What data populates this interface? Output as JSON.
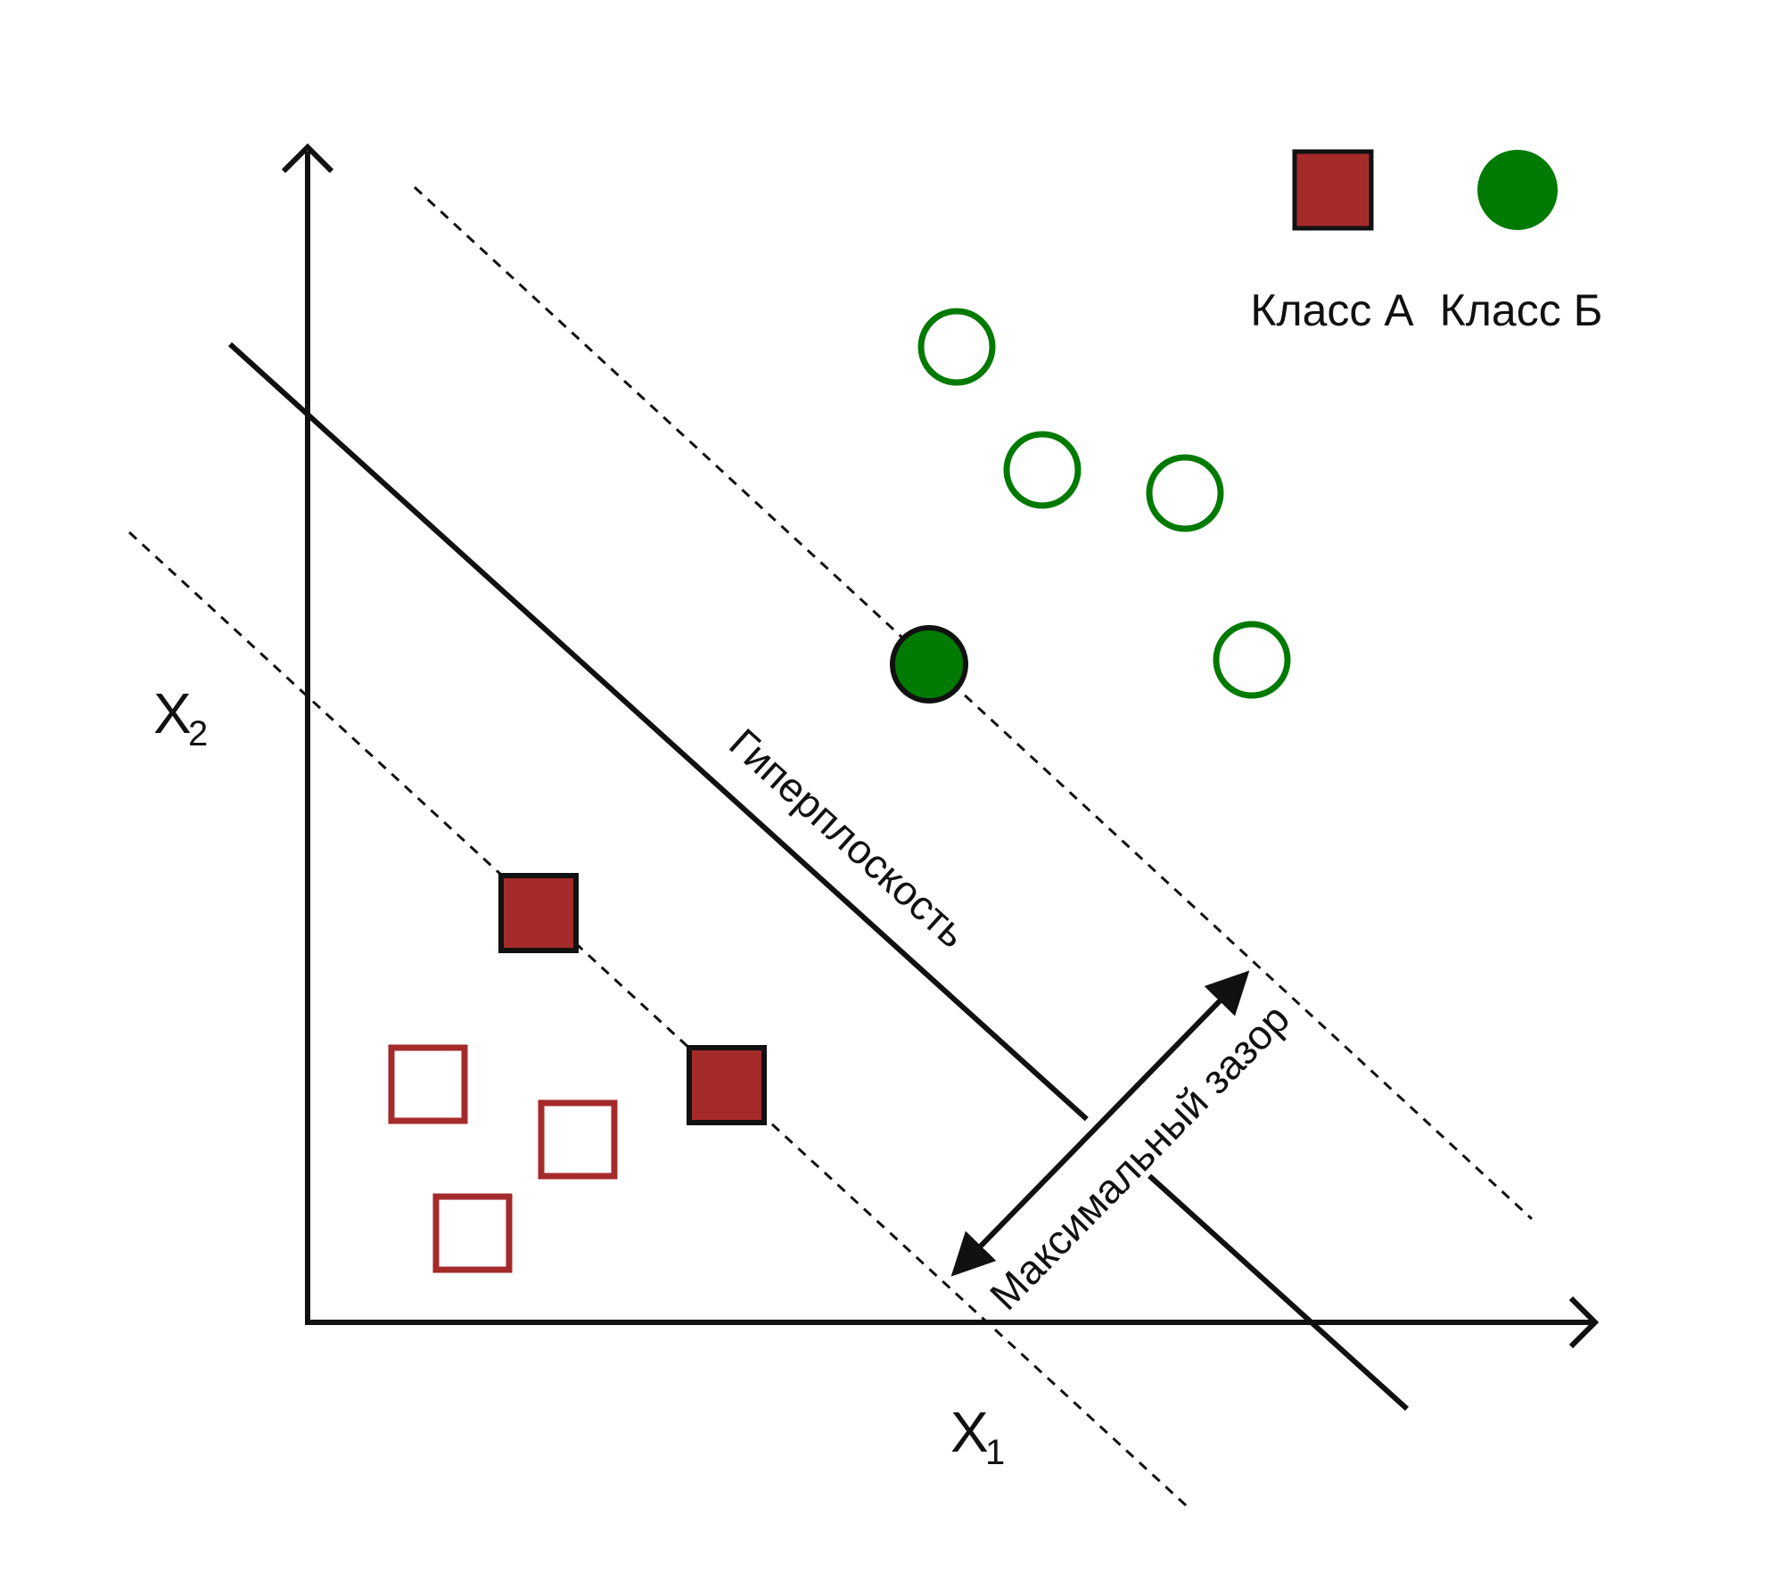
{
  "legend": {
    "class_a": "Класс А",
    "class_b": "Класс Б"
  },
  "axes": {
    "x": {
      "letter": "X",
      "subscript": "1"
    },
    "y": {
      "letter": "X",
      "subscript": "2"
    }
  },
  "annotations": {
    "hyperplane": "Гиперплоскость",
    "margin": "Максимальный зазор"
  },
  "colors": {
    "class_a": "#a52a2a",
    "class_b": "#007a00",
    "line": "#111111"
  }
}
